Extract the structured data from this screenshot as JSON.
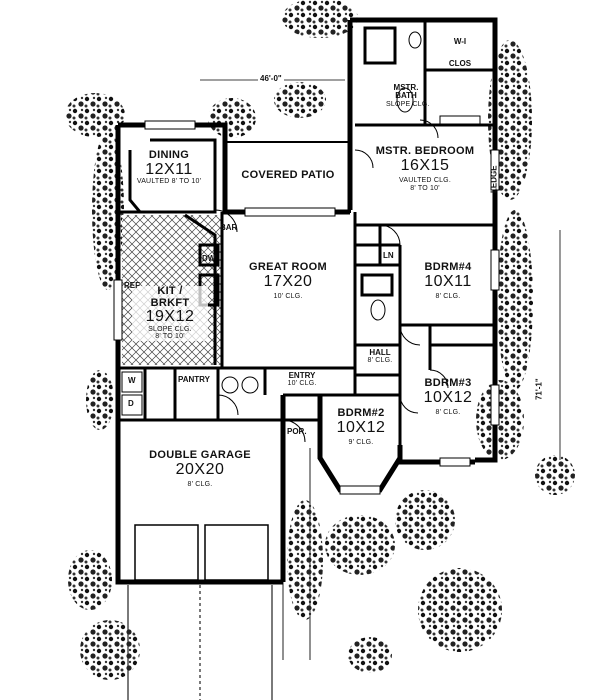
{
  "dimensions": {
    "width": "46'-0\"",
    "depth": "71'-1\""
  },
  "rooms": {
    "dining": {
      "name": "DINING",
      "size": "12X11",
      "note": "VAULTED 8' TO 10'"
    },
    "covered_patio": {
      "name": "COVERED PATIO"
    },
    "master_bedroom": {
      "name": "MSTR. BEDROOM",
      "size": "16X15",
      "note1": "VAULTED CLG.",
      "note2": "8' TO 10'"
    },
    "master_bath": {
      "name": "MSTR. BATH",
      "note": "SLOPE CLG."
    },
    "walk_in_closet": {
      "name1": "W-I",
      "name2": "CLOS"
    },
    "great_room": {
      "name": "GREAT ROOM",
      "size": "17X20",
      "note": "10' CLG."
    },
    "kitchen": {
      "name1": "KIT /",
      "name2": "BRKFT",
      "size": "19X12",
      "note1": "SLOPE CLG.",
      "note2": "8' TO 10'"
    },
    "bedroom4": {
      "name": "BDRM#4",
      "size": "10X11",
      "note": "8' CLG."
    },
    "bedroom3": {
      "name": "BDRM#3",
      "size": "10X12",
      "note": "8' CLG."
    },
    "bedroom2": {
      "name": "BDRM#2",
      "size": "10X12",
      "note": "9' CLG."
    },
    "garage": {
      "name": "DOUBLE GARAGE",
      "size": "20X20",
      "note": "8' CLG."
    },
    "hall": {
      "name": "HALL",
      "note": "8' CLG."
    },
    "entry": {
      "name": "ENTRY",
      "note": "10' CLG."
    }
  },
  "small_labels": {
    "bar": "BAR",
    "dw": "DW",
    "ref": "REF",
    "ln": "LN",
    "pantry": "PANTRY",
    "por": "POR.",
    "ledge": "LEDGE",
    "w": "W",
    "d": "D"
  }
}
